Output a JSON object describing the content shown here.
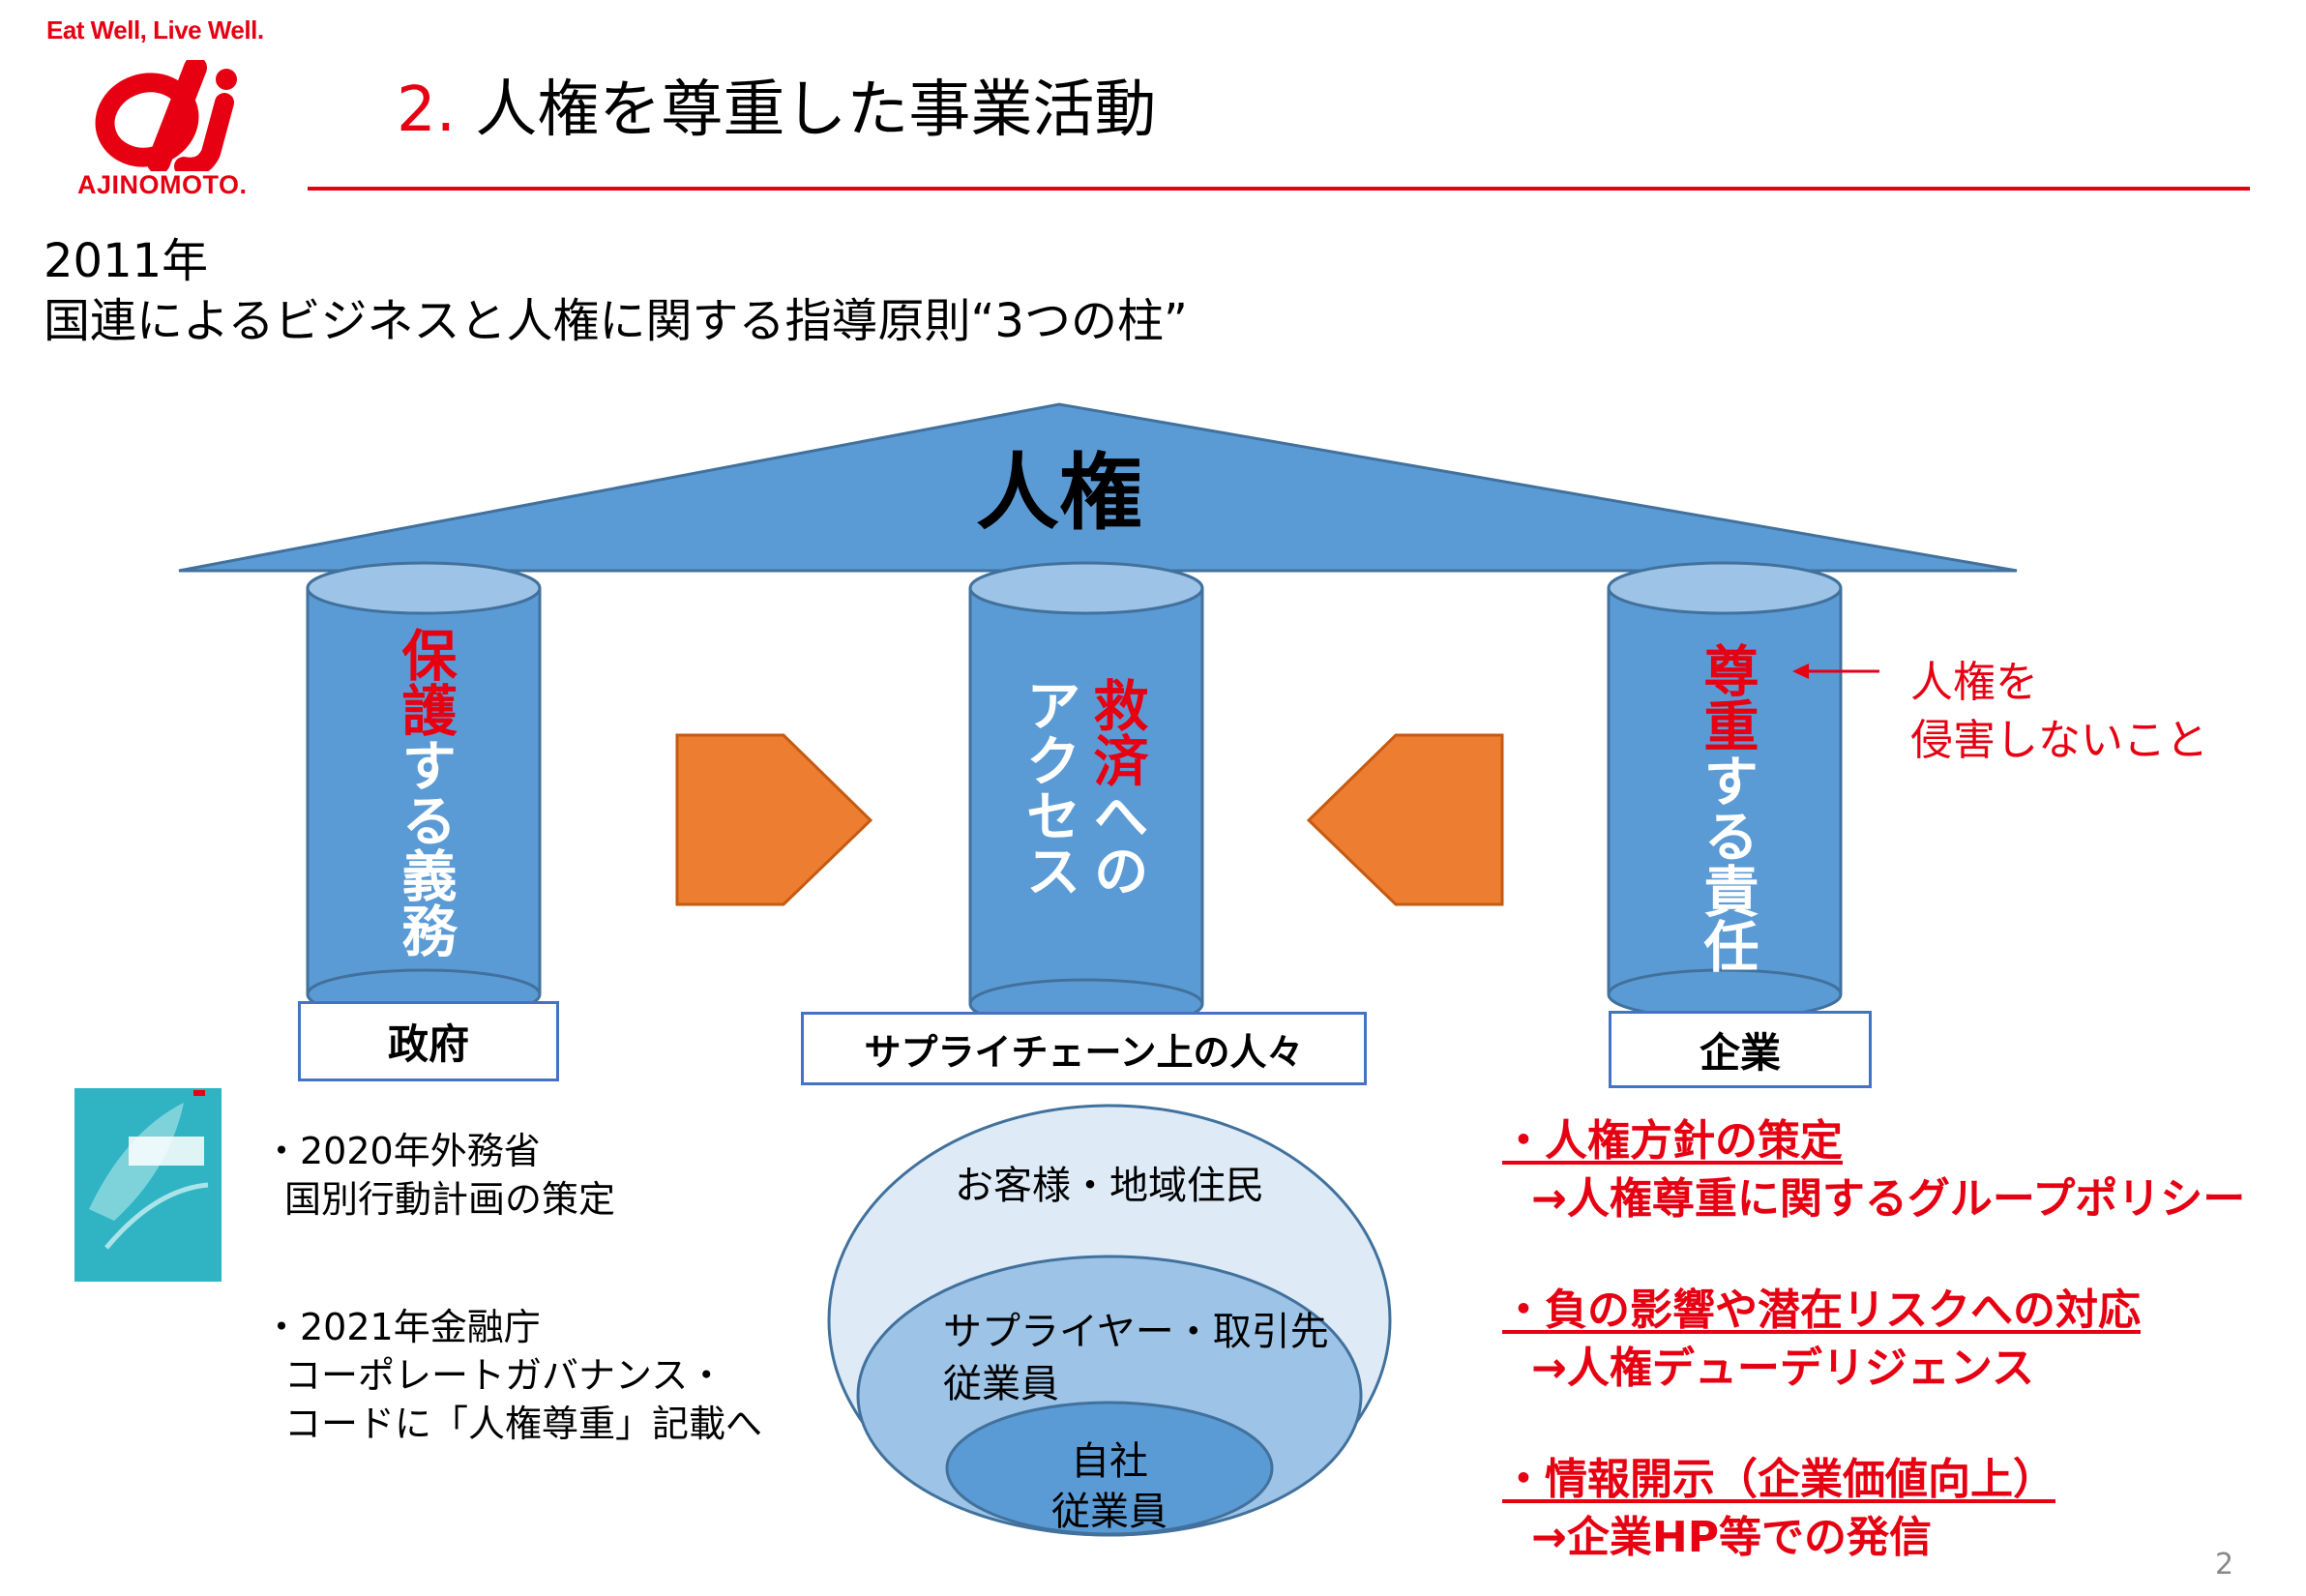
{
  "header": {
    "tagline": "Eat Well, Live Well.",
    "logo_mark": "Aj",
    "brand": "AJINOMOTO.",
    "title_num": "2.",
    "title_text": "人権を尊重した事業活動"
  },
  "subtitle": {
    "line1": "2011年",
    "line2": "国連によるビジネスと人権に関する指導原則“3つの柱”"
  },
  "diagram": {
    "roof_label": "人権",
    "pillar_left": {
      "red": "保護",
      "white": "する義務",
      "label": "政府"
    },
    "pillar_center": {
      "red": "救済",
      "white_a": "への",
      "white_b": "アクセス",
      "label": "サプライチェーン上の人々"
    },
    "pillar_right": {
      "red": "尊重",
      "white": "する責任",
      "label": "企業"
    },
    "annotation": {
      "line1": "人権を",
      "line2": "侵害しないこと"
    }
  },
  "notes": [
    {
      "line1": "・2020年外務省",
      "line2": "国別行動計画の策定"
    },
    {
      "line1": "・2021年金融庁",
      "line2": "コーポレートガバナンス・",
      "line3": "コードに「人権尊重」記載へ"
    }
  ],
  "rings": {
    "outer": "お客様・地域住民",
    "middle_line1": "サプライヤー・取引先",
    "middle_line2": "従業員",
    "inner_line1": "自社",
    "inner_line2": "従業員"
  },
  "actions": [
    {
      "head": "・人権方針の策定",
      "sub": "→人権尊重に関するグループポリシー"
    },
    {
      "head": "・負の影響や潜在リスクへの対応",
      "sub": "→人権デューデリジェンス"
    },
    {
      "head": "・情報開示（企業価値向上）",
      "sub": "→企業HP等での発信"
    }
  ],
  "page_number": "2",
  "colors": {
    "brand_red": "#e60012",
    "pillar_blue": "#5b9bd5",
    "arrow_orange": "#ed7d31"
  }
}
